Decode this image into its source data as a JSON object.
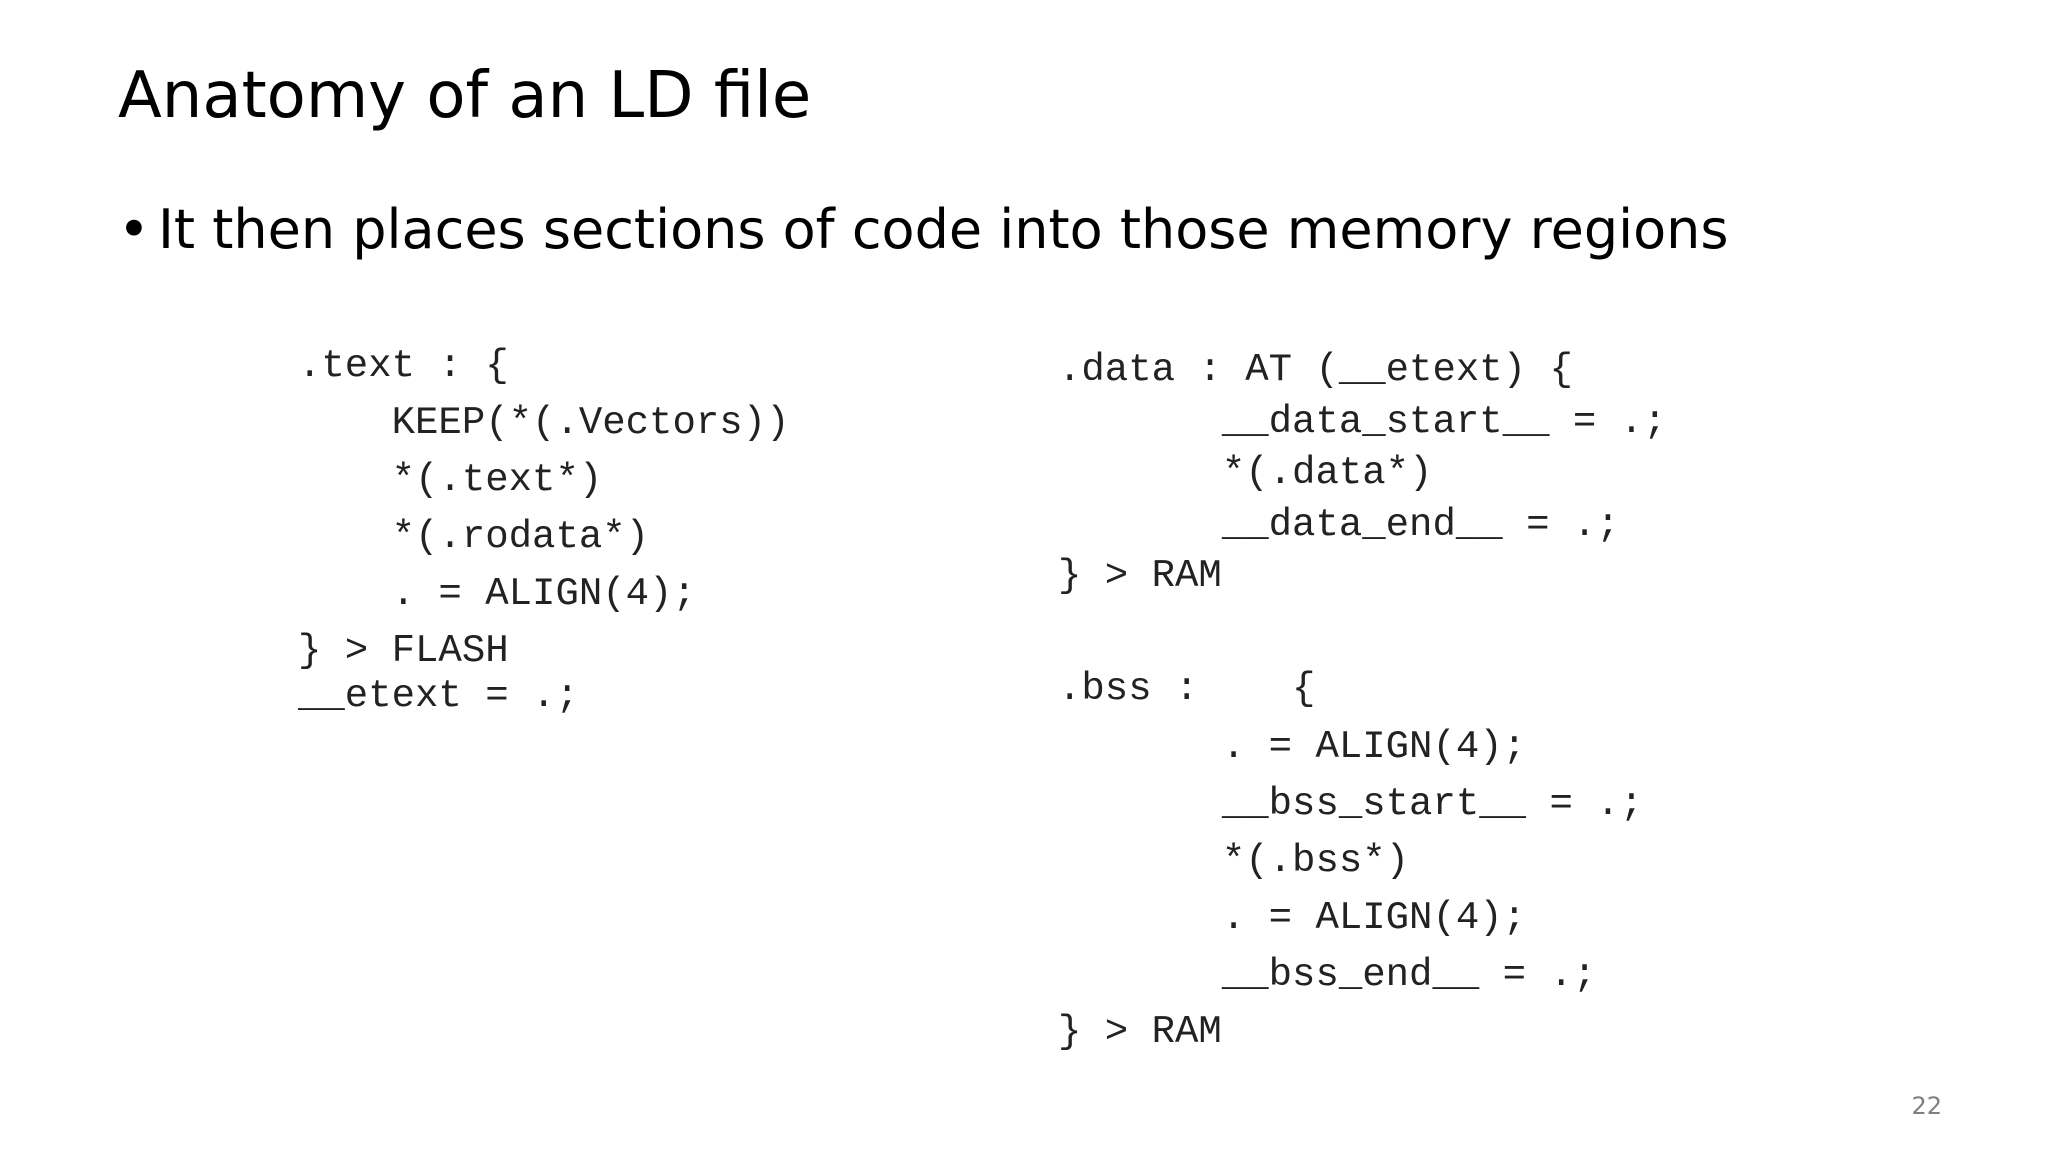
{
  "slide": {
    "title": "Anatomy of an LD file",
    "bullet": {
      "marker": "•",
      "text": "It then places sections of code into those memory regions"
    },
    "code_left": {
      "lines": [
        ".text : {",
        "    KEEP(*(.Vectors))",
        "    *(.text*)",
        "    *(.rodata*)",
        "    . = ALIGN(4);",
        "} > FLASH",
        "__etext = .;"
      ]
    },
    "code_right": {
      "lines": [
        ".data : AT (__etext) {",
        "       __data_start__ = .;",
        "       *(.data*)",
        "       __data_end__ = .;",
        "} > RAM",
        ".bss :    {",
        "       . = ALIGN(4);",
        "       __bss_start__ = .;",
        "       *(.bss*)",
        "       . = ALIGN(4);",
        "       __bss_end__ = .;",
        "} > RAM"
      ]
    },
    "page_number": "22"
  }
}
